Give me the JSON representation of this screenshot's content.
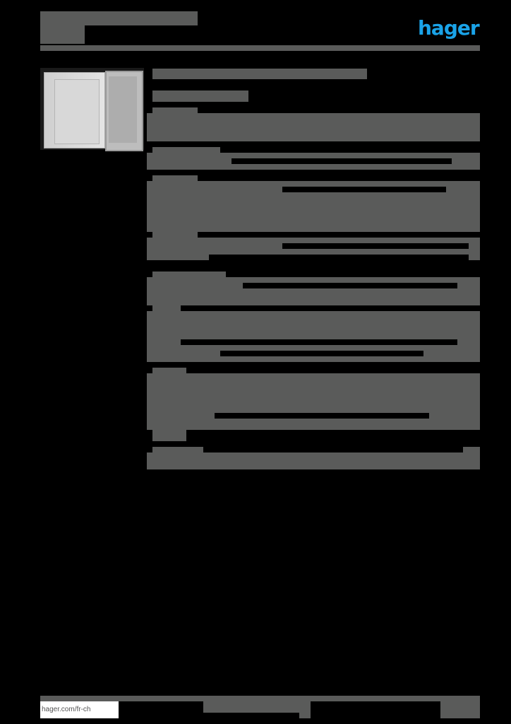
{
  "header": {
    "brand_logo": "hager",
    "brand_color": "#1aa3e8",
    "title": "",
    "subtitle": ""
  },
  "product": {
    "image": "enclosure-with-open-door",
    "title": "",
    "reference": ""
  },
  "redaction_color": "#5a5b5a",
  "sections": [
    {
      "label": "",
      "rows": 3
    },
    {
      "label": "",
      "rows": 2
    },
    {
      "label": "",
      "rows": 6
    },
    {
      "label": "",
      "rows": 3
    },
    {
      "label": "",
      "rows": 3
    },
    {
      "label": "",
      "rows": 6
    },
    {
      "label": "",
      "rows": 7
    },
    {
      "label": "",
      "rows": 3
    }
  ],
  "footer": {
    "url": "hager.com/fr-ch",
    "center_text": "",
    "page": ""
  }
}
